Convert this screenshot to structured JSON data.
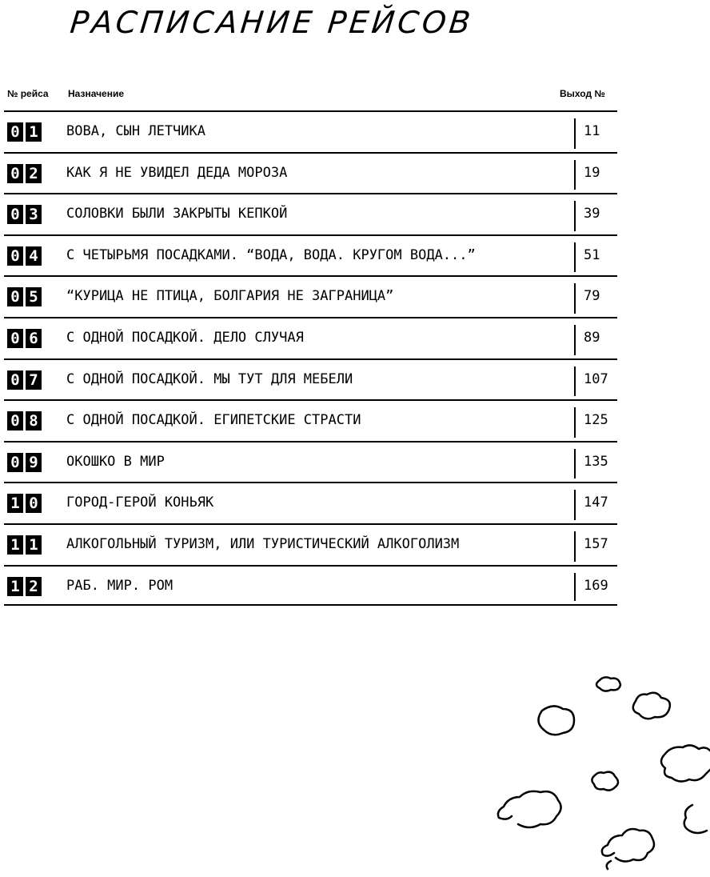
{
  "title": "РАСПИСАНИЕ РЕЙСОВ",
  "header": {
    "flight_no": "№ рейса",
    "destination": "Назначение",
    "gate": "Выход №"
  },
  "flights": [
    {
      "d1": "0",
      "d2": "1",
      "destination": "ВОВА, СЫН ЛЕТЧИКА",
      "gate": "11"
    },
    {
      "d1": "0",
      "d2": "2",
      "destination": "КАК Я НЕ УВИДЕЛ ДЕДА МОРОЗА",
      "gate": "19"
    },
    {
      "d1": "0",
      "d2": "3",
      "destination": "СОЛОВКИ БЫЛИ ЗАКРЫТЫ КЕПКОЙ",
      "gate": "39"
    },
    {
      "d1": "0",
      "d2": "4",
      "destination": "С ЧЕТЫРЬМЯ ПОСАДКАМИ. “ВОДА, ВОДА. КРУГОМ ВОДА...”",
      "gate": "51"
    },
    {
      "d1": "0",
      "d2": "5",
      "destination": "“КУРИЦА НЕ ПТИЦА, БОЛГАРИЯ НЕ ЗАГРАНИЦА”",
      "gate": "79"
    },
    {
      "d1": "0",
      "d2": "6",
      "destination": "С ОДНОЙ ПОСАДКОЙ. ДЕЛО СЛУЧАЯ",
      "gate": "89"
    },
    {
      "d1": "0",
      "d2": "7",
      "destination": "С ОДНОЙ ПОСАДКОЙ. МЫ ТУТ ДЛЯ МЕБЕЛИ",
      "gate": "107"
    },
    {
      "d1": "0",
      "d2": "8",
      "destination": "С ОДНОЙ ПОСАДКОЙ. ЕГИПЕТСКИЕ СТРАСТИ",
      "gate": "125"
    },
    {
      "d1": "0",
      "d2": "9",
      "destination": "ОКОШКО В МИР",
      "gate": "135"
    },
    {
      "d1": "1",
      "d2": "0",
      "destination": "ГОРОД-ГЕРОЙ КОНЬЯК",
      "gate": "147"
    },
    {
      "d1": "1",
      "d2": "1",
      "destination": "АЛКОГОЛЬНЫЙ ТУРИЗМ, ИЛИ ТУРИСТИЧЕСКИЙ АЛКОГОЛИЗМ",
      "gate": "157"
    },
    {
      "d1": "1",
      "d2": "2",
      "destination": "РАБ. МИР. РОМ",
      "gate": "169"
    }
  ],
  "decoration": {
    "clouds_icon": "clouds-icon"
  }
}
